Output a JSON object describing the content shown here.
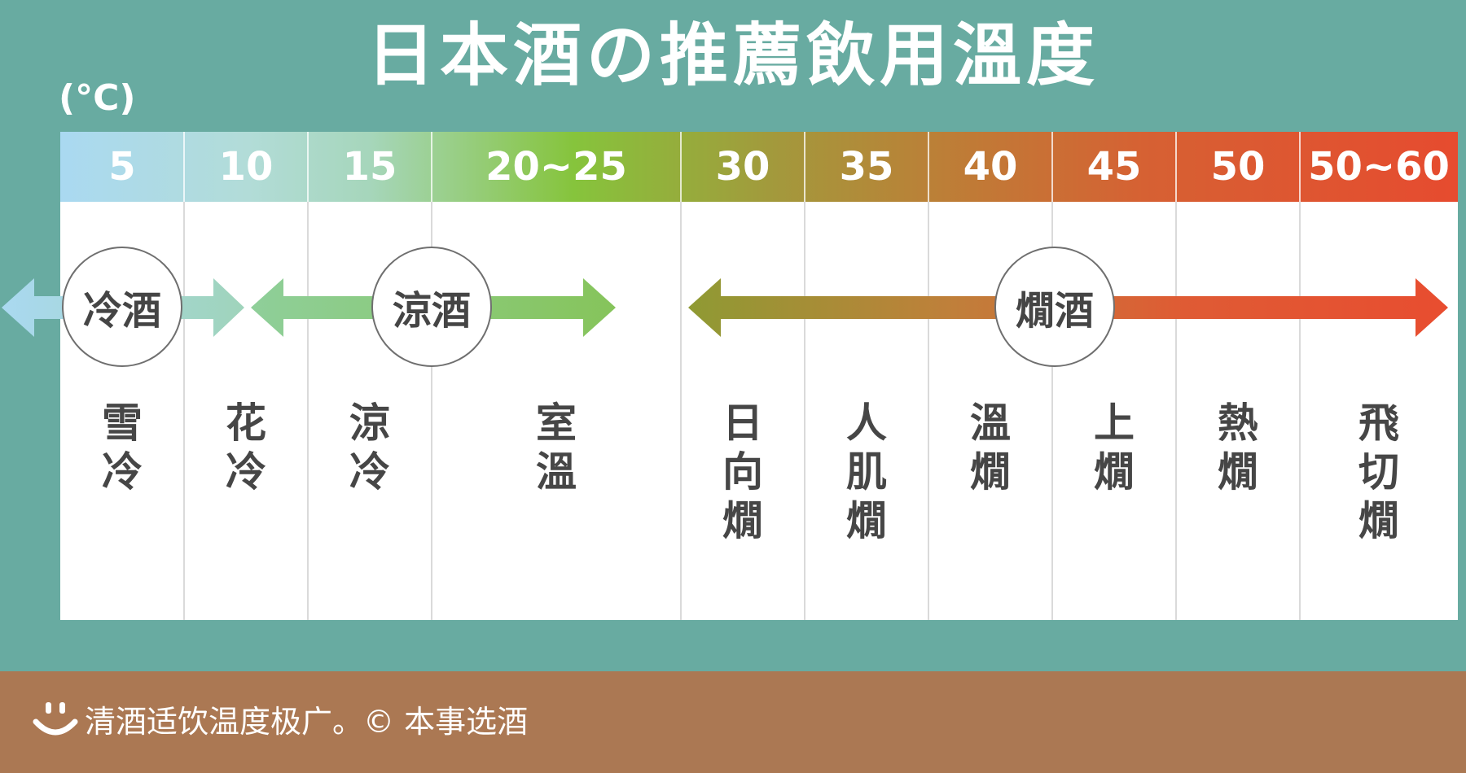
{
  "header": {
    "title": "日本酒の推薦飲用溫度",
    "unit": "(°C)"
  },
  "temperatures": [
    "5",
    "10",
    "15",
    "20~25",
    "30",
    "35",
    "40",
    "45",
    "50",
    "50~60"
  ],
  "groups": [
    "冷酒",
    "涼酒",
    "燗酒"
  ],
  "sake_names": [
    "雪\n冷",
    "花\n冷",
    "涼\n冷",
    "室\n溫",
    "日\n向\n燗",
    "人\n肌\n燗",
    "溫\n燗",
    "上\n燗",
    "熱\n燗",
    "飛\n切\n燗"
  ],
  "footer": {
    "caption": "清酒适饮温度极广。© 本事选酒",
    "logo_icon": "smile-icon"
  },
  "colors": {
    "background": "#68aba1",
    "footer": "#ab7853",
    "cold": "#aad9f1",
    "cool": "#86c43c",
    "warm": "#a29a3c",
    "hot": "#e64b2f"
  }
}
